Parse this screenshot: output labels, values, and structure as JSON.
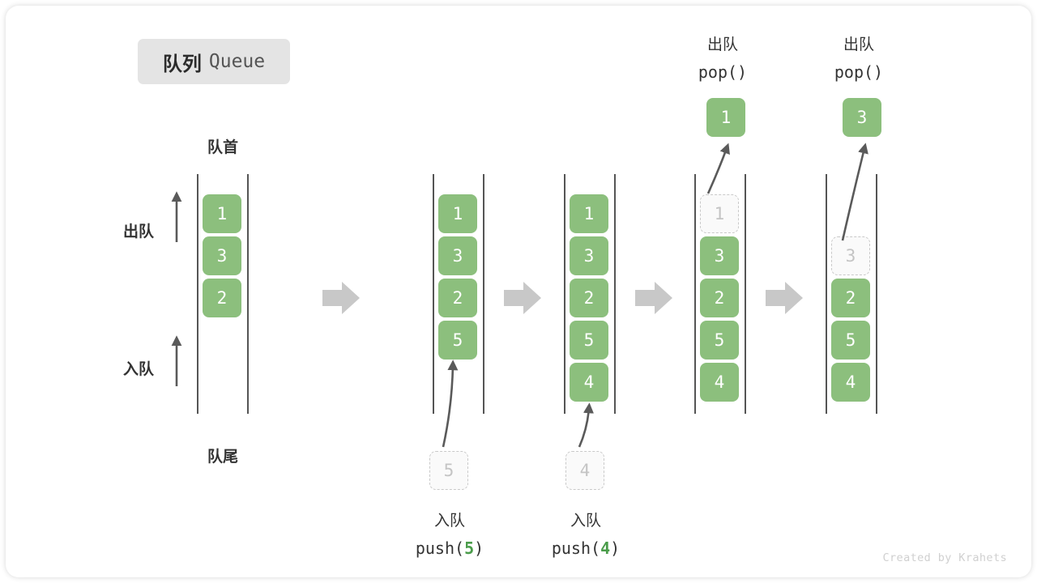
{
  "title": {
    "cn": "队列",
    "en": "Queue"
  },
  "labels": {
    "front": "队首",
    "rear": "队尾",
    "dequeue_arrow": "出队",
    "enqueue_arrow": "入队"
  },
  "credit": "Created by Krahets",
  "colors": {
    "cell_fill": "#8cbf7d",
    "cell_text": "#ffffff",
    "ghost_border": "#c9c9c9",
    "ghost_text": "#c4c4c4",
    "rail": "#555555",
    "step_arrow": "#c8c8c8",
    "accent_green": "#4a9c4a",
    "badge_bg": "#e4e4e4"
  },
  "operations": [
    {
      "id": "push-5",
      "kind": "push",
      "cn": "入队",
      "code_prefix": "push(",
      "arg": "5",
      "code_suffix": ")"
    },
    {
      "id": "push-4",
      "kind": "push",
      "cn": "入队",
      "code_prefix": "push(",
      "arg": "4",
      "code_suffix": ")"
    },
    {
      "id": "pop-1",
      "kind": "pop",
      "cn": "出队",
      "code": "pop()",
      "popped_value": "1"
    },
    {
      "id": "pop-3",
      "kind": "pop",
      "cn": "出队",
      "code": "pop()",
      "popped_value": "3"
    }
  ],
  "columns": [
    {
      "id": "state-0",
      "cells": [
        {
          "value": "1",
          "state": "filled"
        },
        {
          "value": "3",
          "state": "filled"
        },
        {
          "value": "2",
          "state": "filled"
        }
      ]
    },
    {
      "id": "state-1",
      "cells": [
        {
          "value": "1",
          "state": "filled"
        },
        {
          "value": "3",
          "state": "filled"
        },
        {
          "value": "2",
          "state": "filled"
        },
        {
          "value": "5",
          "state": "filled"
        }
      ],
      "pending": {
        "value": "5",
        "state": "ghost"
      }
    },
    {
      "id": "state-2",
      "cells": [
        {
          "value": "1",
          "state": "filled"
        },
        {
          "value": "3",
          "state": "filled"
        },
        {
          "value": "2",
          "state": "filled"
        },
        {
          "value": "5",
          "state": "filled"
        },
        {
          "value": "4",
          "state": "filled"
        }
      ],
      "pending": {
        "value": "4",
        "state": "ghost"
      }
    },
    {
      "id": "state-3",
      "cells": [
        {
          "value": "1",
          "state": "ghost"
        },
        {
          "value": "3",
          "state": "filled"
        },
        {
          "value": "2",
          "state": "filled"
        },
        {
          "value": "5",
          "state": "filled"
        },
        {
          "value": "4",
          "state": "filled"
        }
      ],
      "popped": {
        "value": "1",
        "state": "filled"
      }
    },
    {
      "id": "state-4",
      "cells": [
        {
          "value": "",
          "state": "empty"
        },
        {
          "value": "3",
          "state": "ghost"
        },
        {
          "value": "2",
          "state": "filled"
        },
        {
          "value": "5",
          "state": "filled"
        },
        {
          "value": "4",
          "state": "filled"
        }
      ],
      "popped": {
        "value": "3",
        "state": "filled"
      }
    }
  ],
  "step_arrows": [
    {
      "id": "step-arrow-1"
    },
    {
      "id": "step-arrow-2"
    },
    {
      "id": "step-arrow-3"
    },
    {
      "id": "step-arrow-4"
    }
  ]
}
